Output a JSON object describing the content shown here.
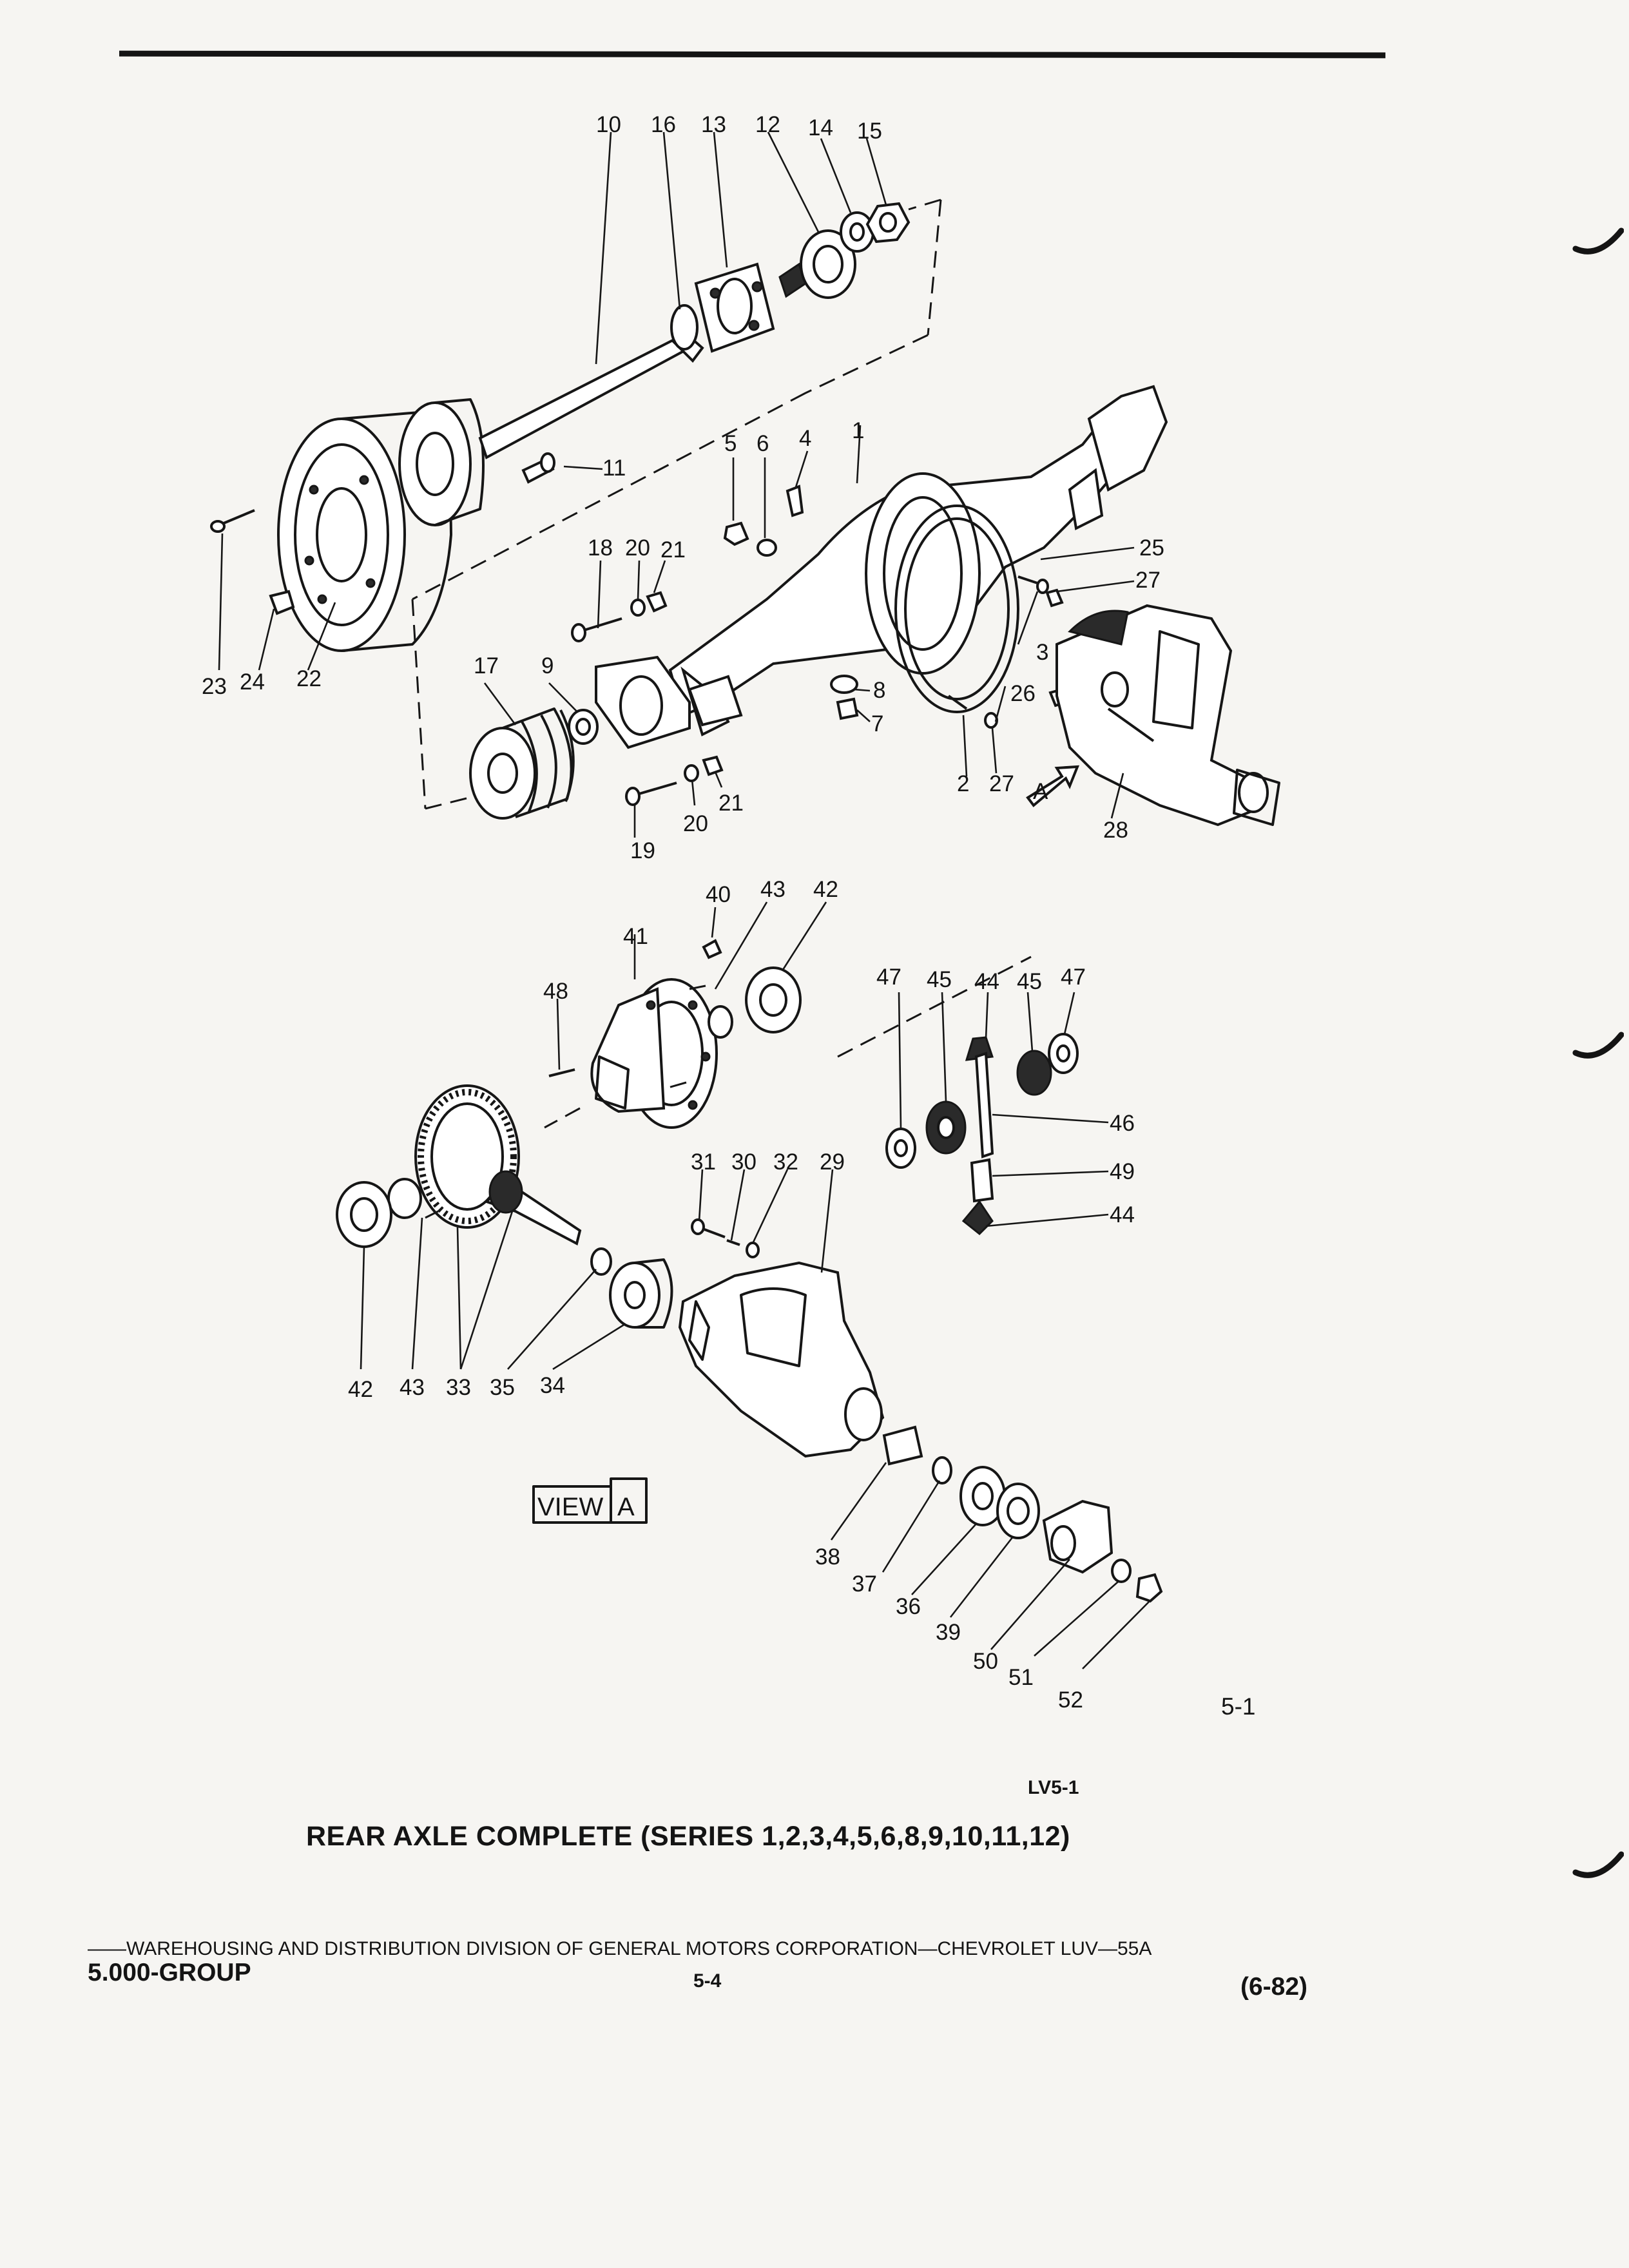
{
  "figure_number": "5-1",
  "figure_code": "LV5-1",
  "caption": "REAR AXLE COMPLETE (SERIES 1,2,3,4,5,6,8,9,10,11,12)",
  "view_label": "VIEW",
  "view_letter": "A",
  "arrow_letter": "A",
  "footer": {
    "line": "——WAREHOUSING AND DISTRIBUTION  DIVISION OF GENERAL MOTORS CORPORATION—CHEVROLET LUV—55A",
    "group": "5.000-GROUP",
    "page": "5-4",
    "date": "(6-82)"
  },
  "callouts": {
    "c10": "10",
    "c16": "16",
    "c13": "13",
    "c12": "12",
    "c14": "14",
    "c15": "15",
    "c11": "11",
    "c5": "5",
    "c6": "6",
    "c4": "4",
    "c1": "1",
    "c18": "18",
    "c20": "20",
    "c21": "21",
    "c25": "25",
    "c27": "27",
    "c3": "3",
    "c23": "23",
    "c24": "24",
    "c22": "22",
    "c17": "17",
    "c9": "9",
    "c8": "8",
    "c7": "7",
    "c26": "26",
    "c2": "2",
    "c27b": "27",
    "c28": "28",
    "c19": "19",
    "c20b": "20",
    "c21b": "21",
    "c40": "40",
    "c43": "43",
    "c42": "42",
    "c41": "41",
    "c48": "48",
    "c47": "47",
    "c45": "45",
    "c44": "44",
    "c45b": "45",
    "c47b": "47",
    "c46": "46",
    "c49": "49",
    "c44b": "44",
    "c31": "31",
    "c30": "30",
    "c32": "32",
    "c29": "29",
    "c42b": "42",
    "c43b": "43",
    "c33": "33",
    "c35": "35",
    "c34": "34",
    "c38": "38",
    "c37": "37",
    "c36": "36",
    "c39": "39",
    "c50": "50",
    "c51": "51",
    "c52": "52"
  }
}
